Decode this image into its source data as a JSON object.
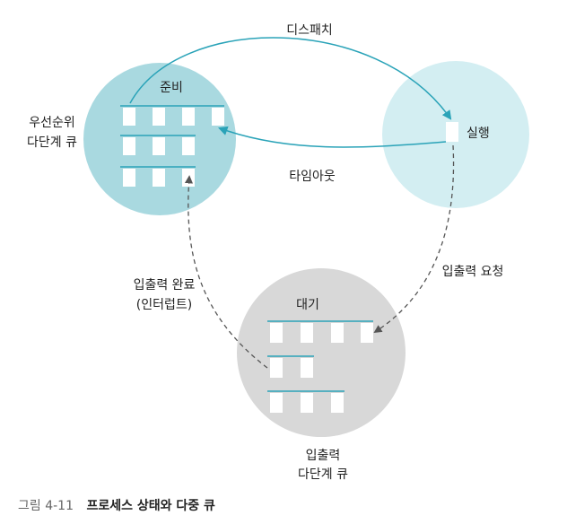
{
  "states": {
    "ready": {
      "label": "준비",
      "queue_label_line1": "우선순위",
      "queue_label_line2": "다단계 큐",
      "fill": "#a9d9e0"
    },
    "running": {
      "label": "실행",
      "fill": "#d3eef2"
    },
    "waiting": {
      "label": "대기",
      "queue_label_line1": "입출력",
      "queue_label_line2": "다단계 큐",
      "fill": "#d8d8d8"
    }
  },
  "transitions": {
    "dispatch": "디스패치",
    "timeout": "타임아웃",
    "io_request": "입출력 요청",
    "io_complete_line1": "입출력 완료",
    "io_complete_line2": "(인터럽트)"
  },
  "colors": {
    "accent": "#2aa3b8",
    "dashed": "#555555",
    "slot": "#ffffff"
  },
  "caption": {
    "number": "그림 4-11",
    "title": "프로세스 상태와 다중 큐"
  }
}
